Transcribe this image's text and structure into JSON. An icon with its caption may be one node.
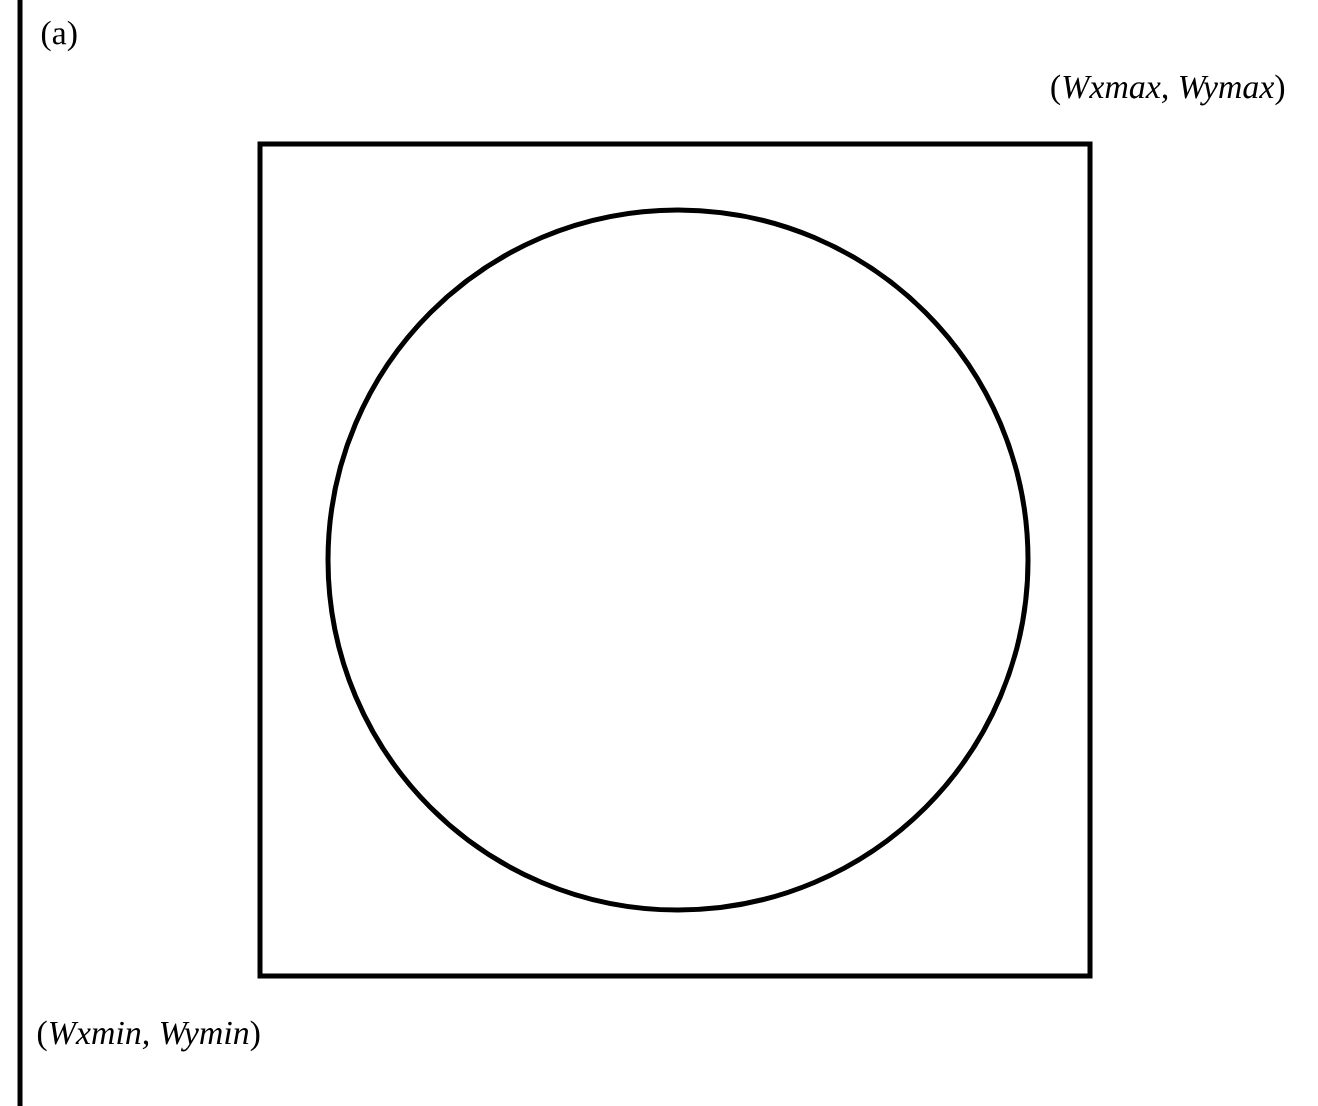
{
  "diagram": {
    "nodes": [
      {
        "text": [],
        "shape": "box"
      },
      {
        "text": [],
        "shape": "circle",
        "in": 0
      }
    ],
    "labels": [
      "(a)",
      "(*Wxmax, Wymax*)",
      "(*Wxmin, Wymin*)"
    ]
  }
}
